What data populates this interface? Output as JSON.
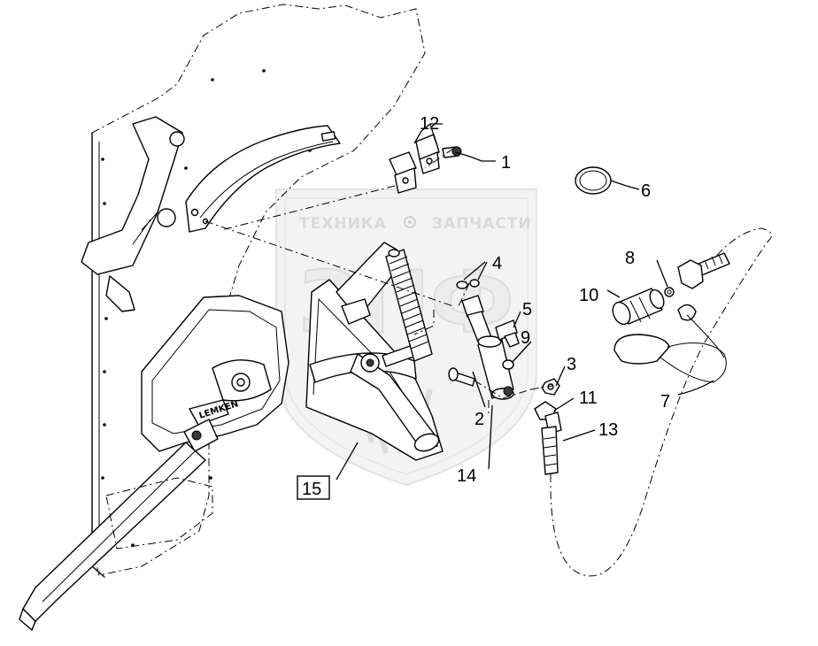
{
  "watermark": {
    "text_left": "ТЕХНИКА",
    "text_right": "ЗАПЧАСТИ",
    "logo_letters": "ЗПФ"
  },
  "brand_label": "LEMKEN",
  "callouts": {
    "c1": "1",
    "c2": "2",
    "c3": "3",
    "c4": "4",
    "c5": "5",
    "c6": "6",
    "c7": "7",
    "c8": "8",
    "c9": "9",
    "c10": "10",
    "c11": "11",
    "c12": "12",
    "c13": "13",
    "c14": "14",
    "c15": "15"
  },
  "colors": {
    "line": "#000000",
    "watermark": "#d9d9d9",
    "background": "#ffffff"
  }
}
